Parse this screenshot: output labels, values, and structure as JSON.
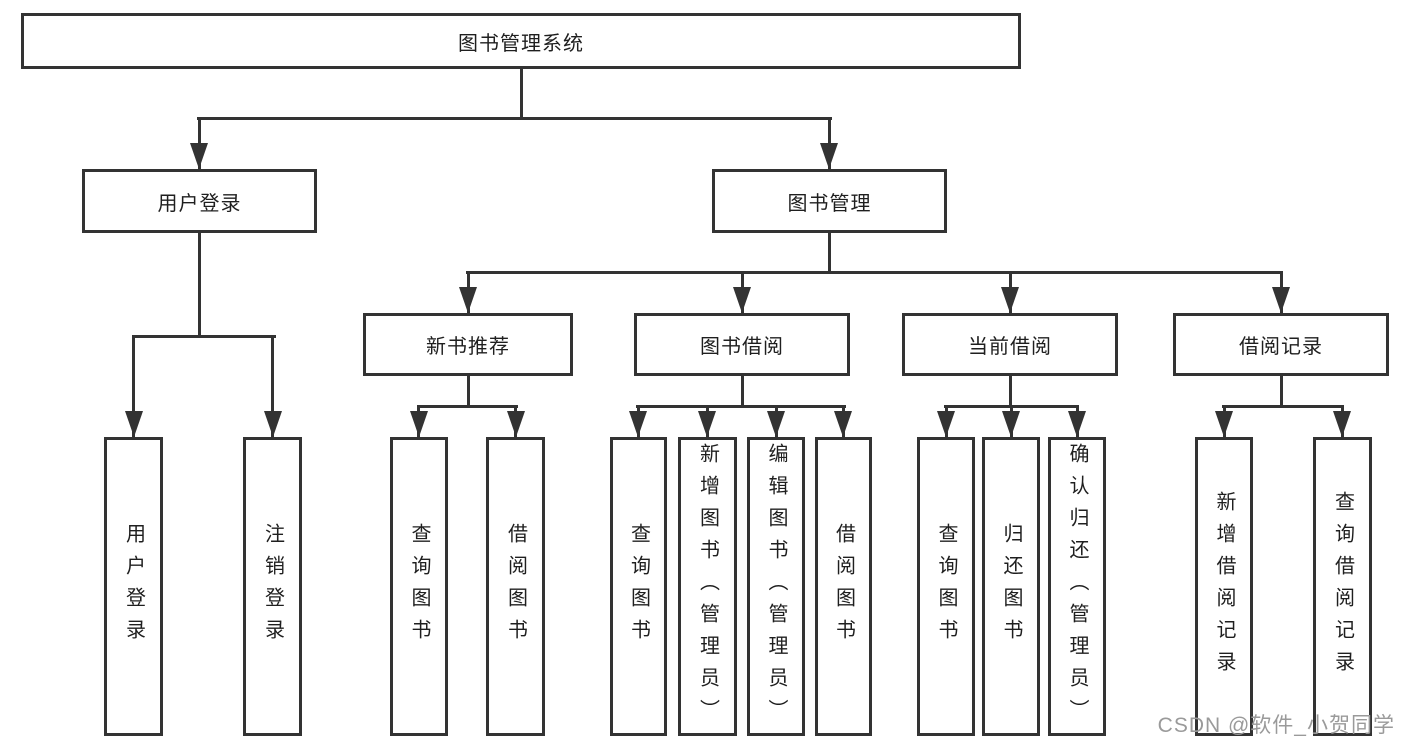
{
  "nodes": {
    "root": {
      "label": "图书管理系统"
    },
    "user_login": {
      "label": "用户登录"
    },
    "book_mgmt": {
      "label": "图书管理"
    },
    "login": {
      "label": "用户登录"
    },
    "logout": {
      "label": "注销登录"
    },
    "new_book_rec": {
      "label": "新书推荐"
    },
    "book_borrow": {
      "label": "图书借阅"
    },
    "current_borrow": {
      "label": "当前借阅"
    },
    "borrow_record": {
      "label": "借阅记录"
    },
    "rec_query": {
      "label": "查询图书"
    },
    "rec_borrow": {
      "label": "借阅图书"
    },
    "bb_query": {
      "label": "查询图书"
    },
    "bb_add": {
      "label": "新增图书（管理员）"
    },
    "bb_edit": {
      "label": "编辑图书（管理员）"
    },
    "bb_borrow": {
      "label": "借阅图书"
    },
    "cb_query": {
      "label": "查询图书"
    },
    "cb_return": {
      "label": "归还图书"
    },
    "cb_confirm": {
      "label": "确认归还（管理员）"
    },
    "br_add": {
      "label": "新增借阅记录"
    },
    "br_query": {
      "label": "查询借阅记录"
    }
  },
  "watermark": {
    "text": "CSDN @软件_小贺同学"
  },
  "colors": {
    "stroke": "#333333",
    "text": "#1f1f1f",
    "watermark": "#9a9a9a",
    "background": "#ffffff"
  }
}
